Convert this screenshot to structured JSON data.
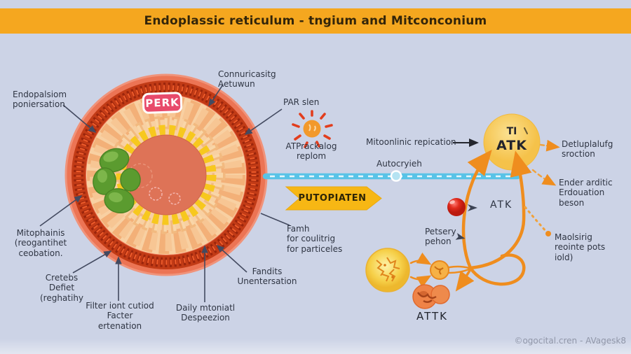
{
  "title": "Endoplassic reticulum - tngium and Mitconconium",
  "watermark": "©ogocital.cren - AVagesk8",
  "cell": {
    "perk_badge": "PERK",
    "labels": {
      "endoplasm": "Endopalsiom\nponiersation",
      "communicating": "Connuricasitg\nAetuwun",
      "par": "PAR slen",
      "mitophainis": "Mitophainis\n(reogantihet\nceobation.",
      "cretebs": "Cretebs\nDefiet\n(reghatihy",
      "filter": "Filter iont cutiod\nFacter ertenation",
      "daily": "Daily mtoniatl\nDespeezion",
      "fandits": "Fandits\nUnentersation",
      "famh": "Famh\nfor coulitrig\nfor particeles"
    }
  },
  "middle": {
    "atp_label": "ATPrackalog\nreplom",
    "mito_replication": "Mitoonlinic repication",
    "autophagy": "Autocryieh",
    "banner": "PUTOPIATEN"
  },
  "right": {
    "atk_circle_top": "TI",
    "atk_circle_main": "ATK",
    "detluplalufg": "Detluplalufg\nsroction",
    "ender": "Ender arditic\nErdouation\nbeson",
    "maolsirig": "Maolsirig\nreointe pots\niold)",
    "atk_mid": "ATK",
    "petsery": "Petsery\npehon",
    "attk": "ATTK"
  },
  "icons": {
    "sun": "atp-burst-icon",
    "droplet": "autophagy-bead-icon"
  },
  "colors": {
    "bg": "#ccd3e6",
    "title_bar": "#f5a71f",
    "label": "#2f3543",
    "perk_pink": "#e84a6b",
    "watermark": "#9096a8",
    "banner_yellow": "#f7b714",
    "arrow_blue": "#58c3e7",
    "arrow_orange": "#ef8d1e",
    "atk_yellow": "#f6c44f",
    "red_vesicle": "#e02a1d",
    "cell_salmon": "#ec7454",
    "er_ring_red": "#c23b16",
    "organelle_green": "#5b9b2f"
  }
}
